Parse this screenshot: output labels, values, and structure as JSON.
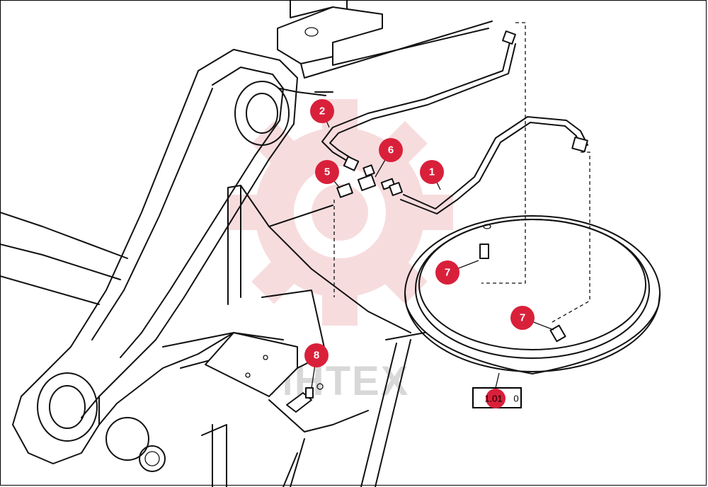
{
  "colors": {
    "callout": "#d9203a",
    "watermark": "#f2c0c4",
    "line": "#111111"
  },
  "callouts": [
    {
      "label": "1"
    },
    {
      "label": "2"
    },
    {
      "label": "5"
    },
    {
      "label": "6"
    },
    {
      "label": "7"
    },
    {
      "label": "7"
    },
    {
      "label": "8"
    }
  ],
  "reference_box": {
    "label": "1.01",
    "suffix": "0"
  },
  "watermark": {
    "text": "ИНТЕХ",
    "icon": "gear-logo-icon"
  }
}
